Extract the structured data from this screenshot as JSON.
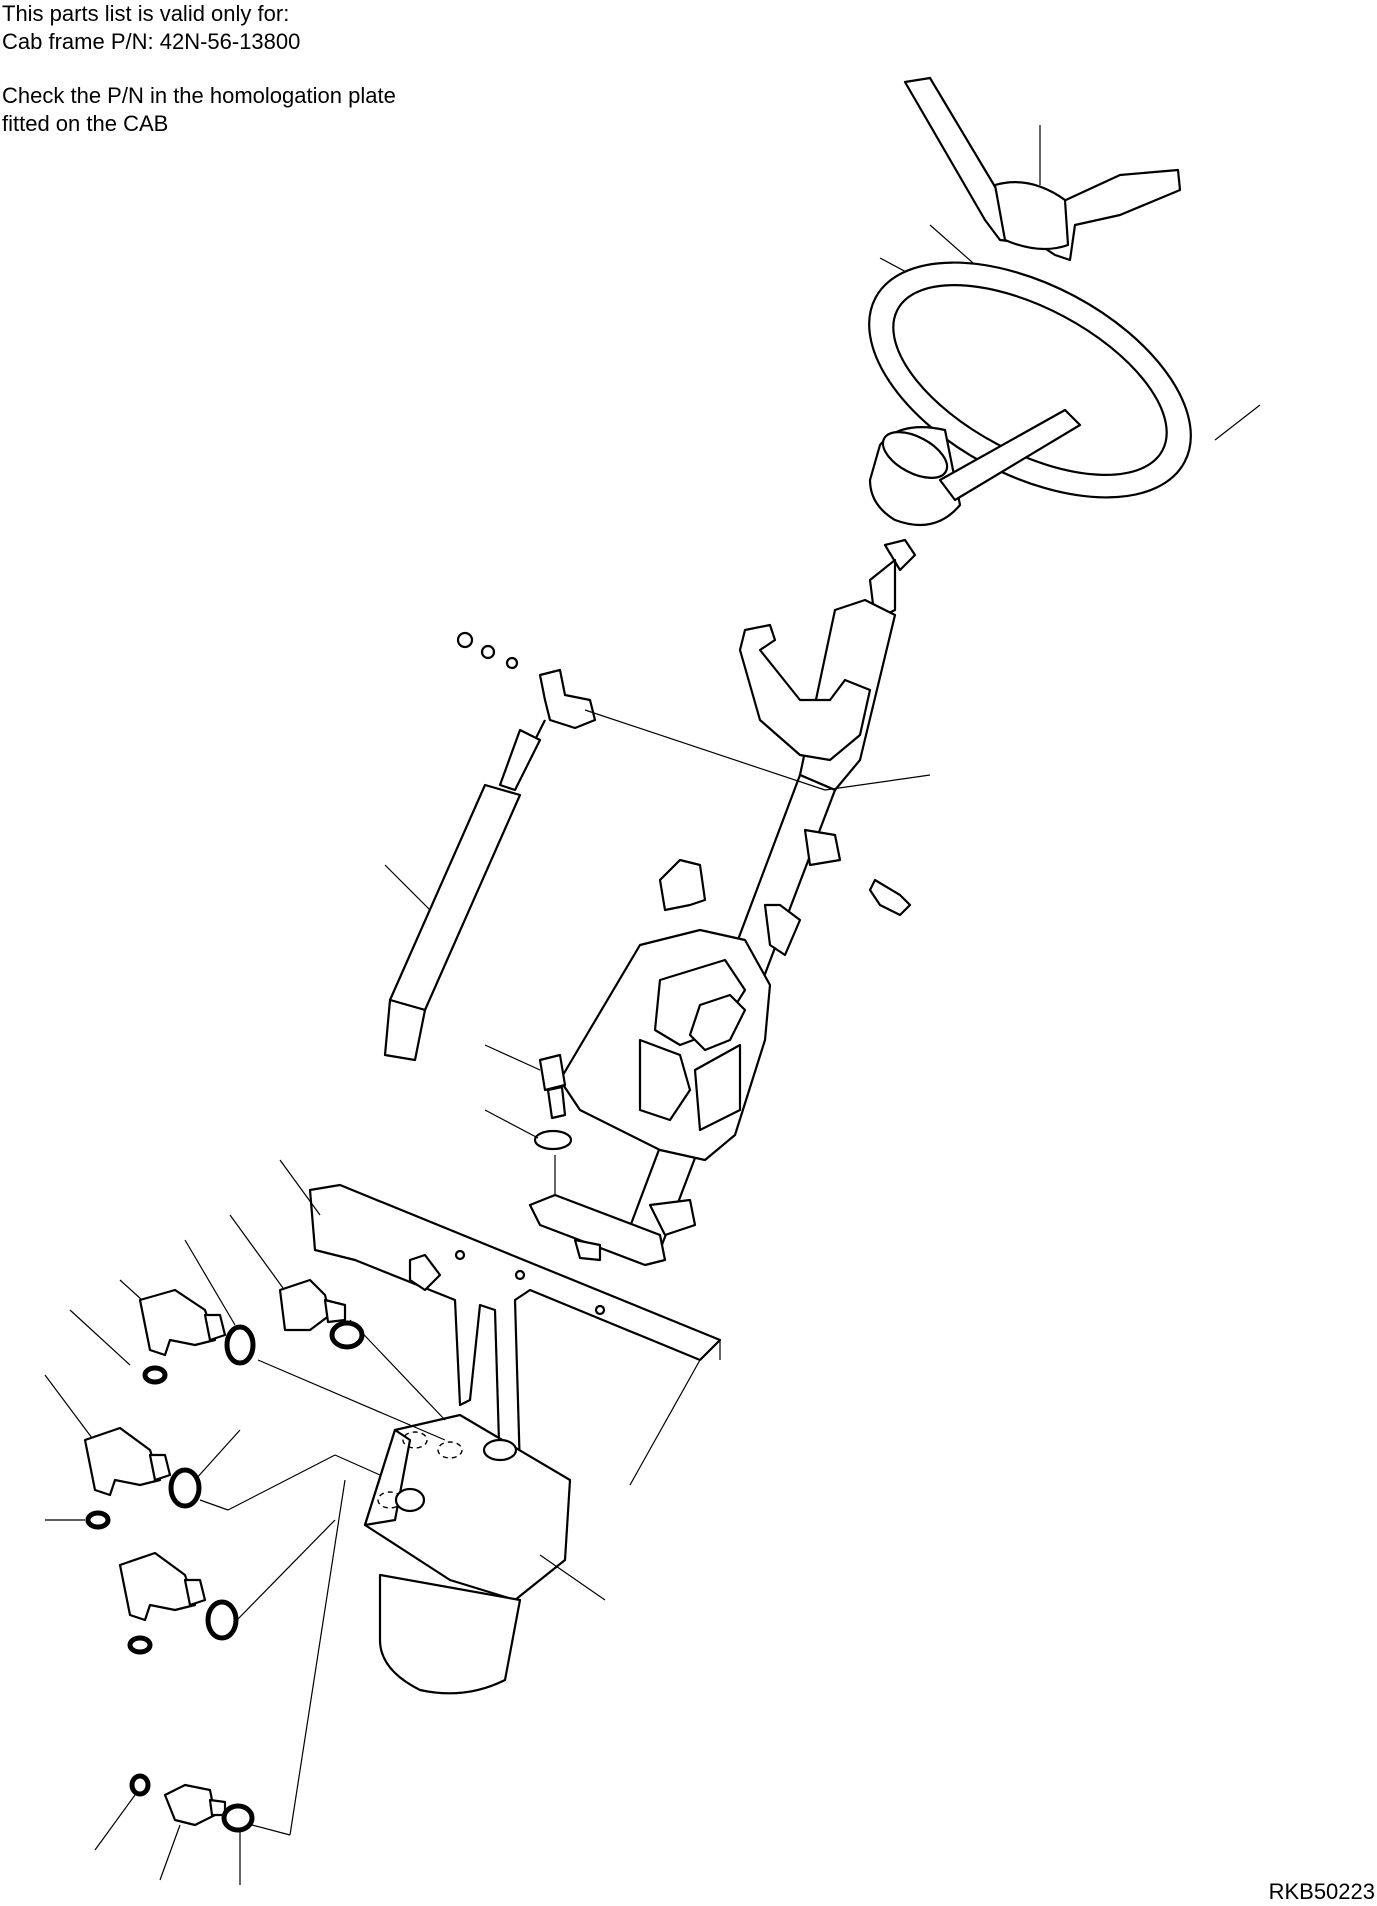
{
  "notes": {
    "valid_line1": "This parts list is valid only for:",
    "valid_line2": "Cab frame P/N: 42N-56-13800",
    "check_line1": "Check the P/N in the homologation plate",
    "check_line2": "fitted on the CAB"
  },
  "drawing_code": "RKB50223"
}
